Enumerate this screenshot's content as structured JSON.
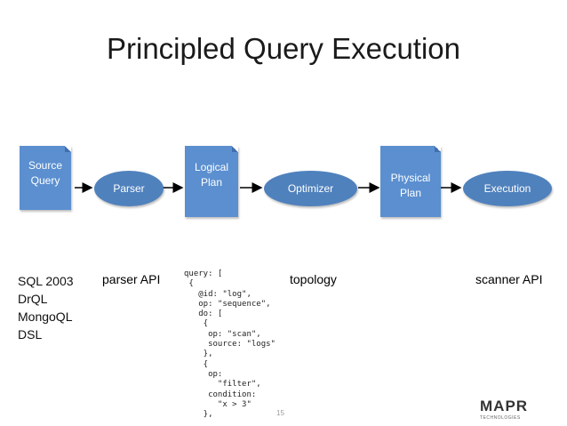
{
  "title": "Principled Query Execution",
  "pipeline": {
    "source": [
      "Source",
      "Query"
    ],
    "parser": "Parser",
    "logical": [
      "Logical",
      "Plan"
    ],
    "optimizer": "Optimizer",
    "physical": [
      "Physical",
      "Plan"
    ],
    "execution": "Execution"
  },
  "below": {
    "languages": [
      "SQL 2003",
      "DrQL",
      "MongoQL",
      "DSL"
    ],
    "parser_api": "parser API",
    "topology": "topology",
    "scanner_api": "scanner API",
    "code": "query: [\n {\n   @id: \"log\",\n   op: \"sequence\",\n   do: [\n    {\n     op: \"scan\",\n     source: \"logs\"\n    },\n    {\n     op:\n       \"filter\",\n     condition:\n       \"x > 3\"\n    },"
  },
  "page_number": "15",
  "logo": {
    "name": "MAPR",
    "tagline": "TECHNOLOGIES"
  },
  "colors": {
    "shape_fill": "#4f81bd",
    "doc_fill": "#5b8fd0"
  }
}
